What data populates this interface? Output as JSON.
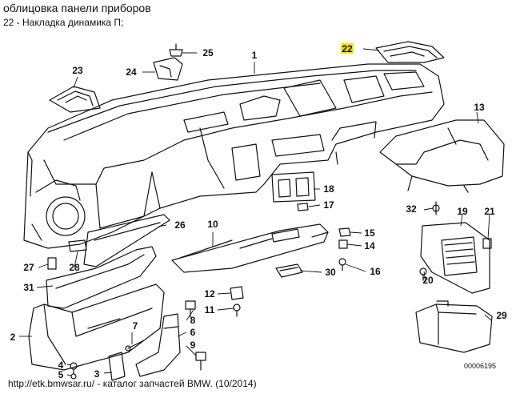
{
  "header": {
    "title": "облицовка панели приборов",
    "subtitle": "22 - Накладка динамика П;"
  },
  "footer": {
    "text": "http://etk.bmwsar.ru/ - каталог запчастей BMW. (10/2014)"
  },
  "diagram": {
    "code": "00006195",
    "highlighted": "22",
    "callouts": [
      "1",
      "2",
      "3",
      "4",
      "5",
      "6",
      "7",
      "8",
      "9",
      "10",
      "11",
      "12",
      "13",
      "14",
      "15",
      "16",
      "17",
      "18",
      "19",
      "20",
      "21",
      "22",
      "23",
      "24",
      "25",
      "26",
      "27",
      "28",
      "29",
      "30",
      "31",
      "32"
    ]
  },
  "colors": {
    "line": "#111111",
    "highlight": "#f3e400"
  }
}
